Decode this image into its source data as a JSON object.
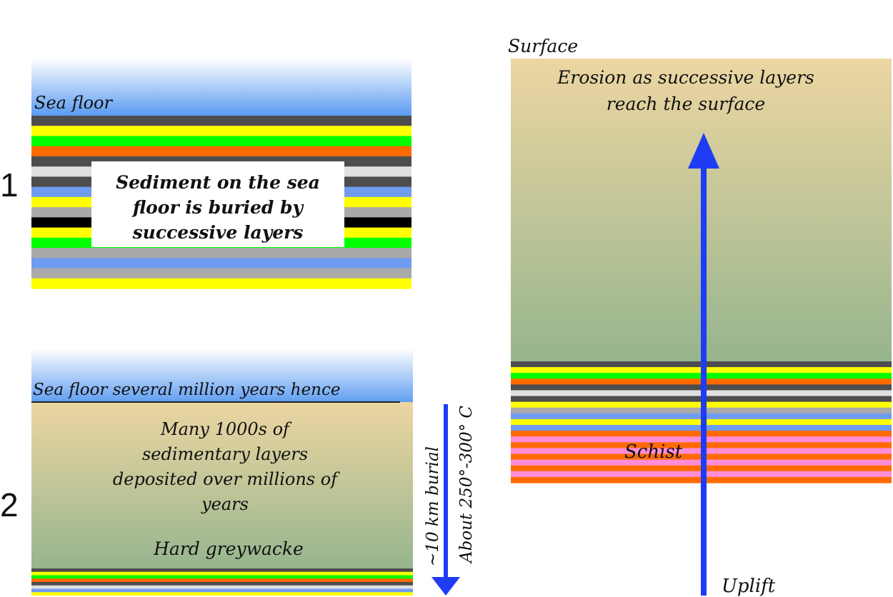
{
  "panel1": {
    "number": "1",
    "sea_floor_label": "Sea floor",
    "caption": "Sediment on the sea floor is buried by successive layers"
  },
  "panel2": {
    "number": "2",
    "sea_floor_label": "Sea floor several million years hence",
    "deposit_text": "Many 1000s of sedimentary layers deposited over millions of years",
    "rock_label": "Hard greywacke",
    "burial_label": "~10 km burial",
    "temperature_label": "About 250°-300° C"
  },
  "panel3": {
    "surface_label": "Surface",
    "erosion_text": "Erosion as successive layers reach the surface",
    "rock_label": "Schist",
    "uplift_label": "Uplift"
  },
  "colors": {
    "sea_top": "#ffffff",
    "sea_bottom": "#5a9bf0",
    "sediment_top": "#ecd6a2",
    "sediment_bottom": "#97b58e",
    "arrow": "#1f3cf5",
    "yellow": "#ffff00",
    "green": "#00ff00",
    "orange": "#ff6a00",
    "dark_grey": "#4d4d4d",
    "light_grey": "#e0e0e0",
    "mid_grey": "#a9a9a9",
    "blue_grey": "#6f9cf0",
    "black": "#000000",
    "pink": "#ff8cd6"
  },
  "layers": {
    "panel1_stack": [
      "dark_grey",
      "yellow",
      "green",
      "orange",
      "dark_grey",
      "light_grey",
      "dark_grey",
      "blue_grey",
      "yellow",
      "mid_grey",
      "black",
      "yellow",
      "green",
      "mid_grey",
      "blue_grey",
      "mid_grey",
      "yellow"
    ],
    "panel2_stack": [
      "dark_grey",
      "yellow",
      "green",
      "orange",
      "dark_grey",
      "light_grey",
      "blue_grey",
      "yellow"
    ],
    "panel3_stack": [
      "dark_grey",
      "yellow",
      "green",
      "orange",
      "dark_grey",
      "light_grey",
      "dark_grey",
      "yellow",
      "mid_grey",
      "blue_grey",
      "yellow",
      "blue_grey",
      "orange",
      "pink",
      "orange",
      "pink",
      "orange",
      "pink",
      "orange",
      "pink",
      "orange"
    ]
  }
}
